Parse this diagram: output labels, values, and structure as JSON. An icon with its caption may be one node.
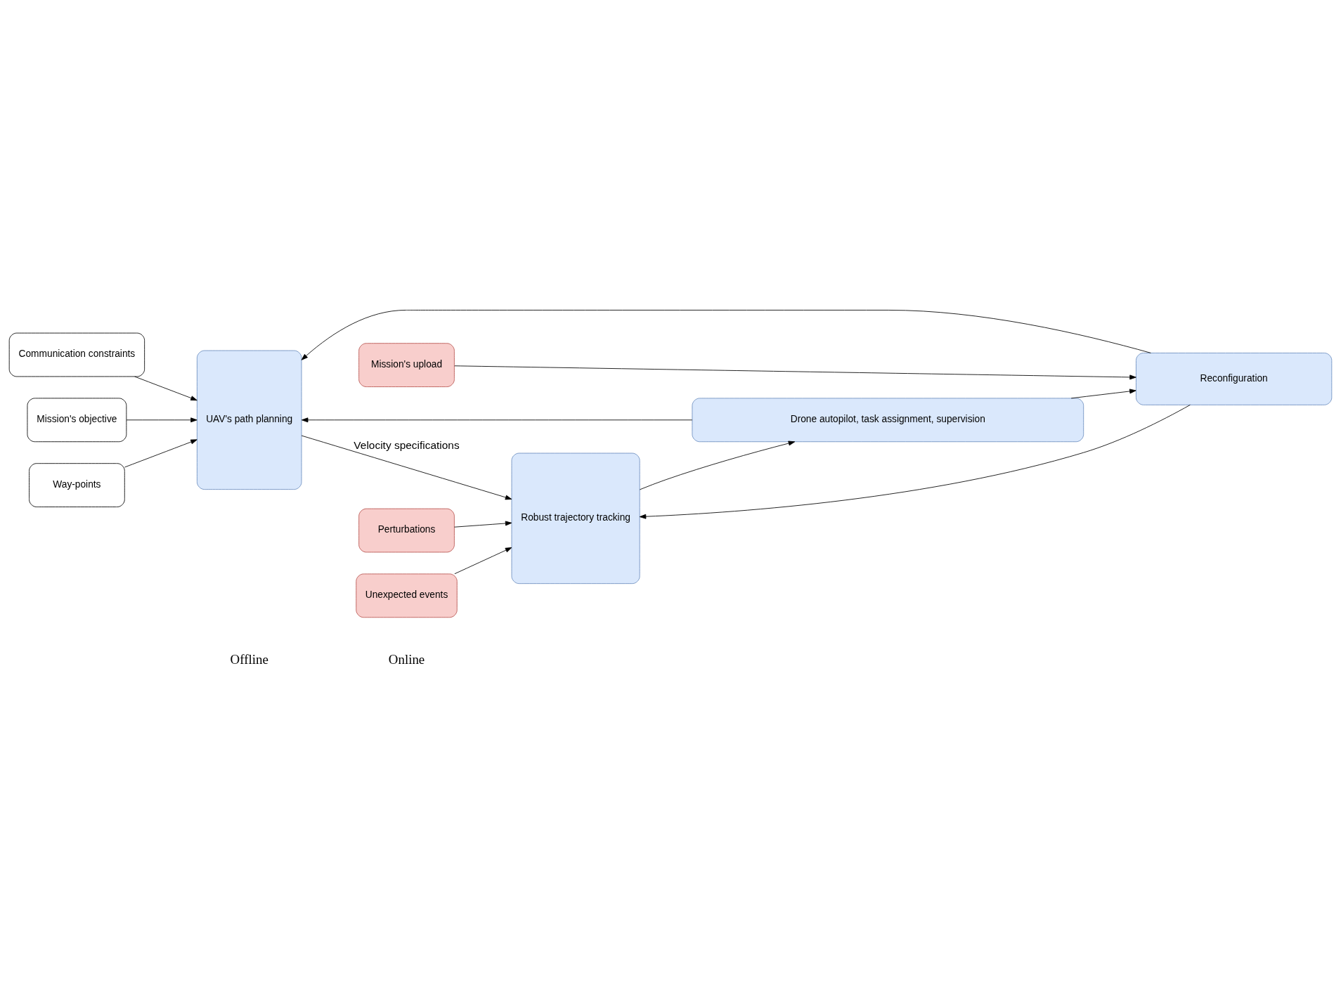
{
  "diagram": {
    "nodes": [
      {
        "text": [
          "Communication constraints"
        ]
      },
      {
        "text": [
          "Mission's objective"
        ]
      },
      {
        "text": [
          "Way-points"
        ]
      },
      {
        "text": [
          "UAV's path planning"
        ]
      },
      {
        "text": [
          "Unexpected events"
        ]
      },
      {
        "text": [
          "Perturbations"
        ]
      },
      {
        "text": [
          "Robust trajectory tracking"
        ]
      },
      {
        "text": [
          "Mission's upload"
        ]
      },
      {
        "text": [
          "Reconfiguration"
        ]
      },
      {
        "text": [
          "Drone autopilot, task assignment, supervision"
        ]
      }
    ],
    "edges": [
      {
        "from": 0,
        "to": 3,
        "arrow": "to"
      },
      {
        "from": 1,
        "to": 3,
        "arrow": "to"
      },
      {
        "from": 2,
        "to": 3,
        "arrow": "to"
      },
      {
        "from": 9,
        "to": 3,
        "arrow": "to"
      },
      {
        "from": 8,
        "to": 3,
        "arrow": "to"
      },
      {
        "from": 3,
        "to": 6,
        "arrow": "to",
        "label": "Velocity specifications"
      },
      {
        "from": 4,
        "to": 6,
        "arrow": "to"
      },
      {
        "from": 5,
        "to": 6,
        "arrow": "to"
      },
      {
        "from": 7,
        "to": 8,
        "arrow": "to"
      },
      {
        "from": 8,
        "to": 6,
        "arrow": "to"
      },
      {
        "from": 9,
        "to": 8,
        "arrow": "to"
      },
      {
        "from": 6,
        "to": 9,
        "arrow": "to"
      }
    ],
    "labels": [
      "Offline",
      "Online"
    ]
  }
}
